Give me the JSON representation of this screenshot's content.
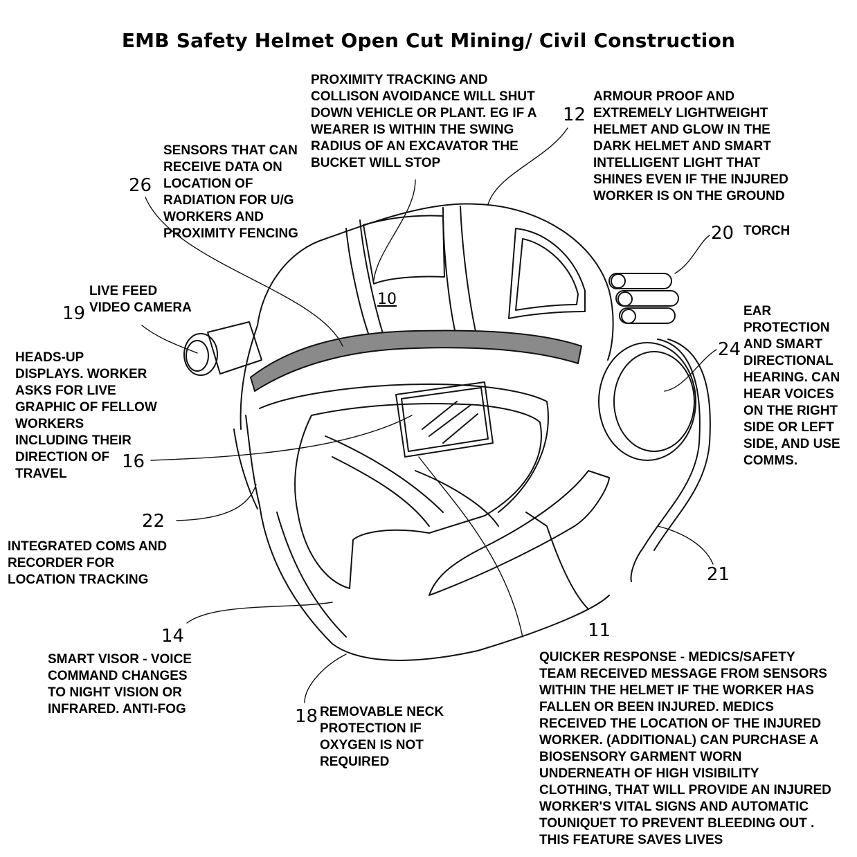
{
  "title": "EMB Safety Helmet Open Cut Mining/ Civil Construction",
  "numbers": {
    "n10": "10",
    "n11": "11",
    "n12": "12",
    "n14": "14",
    "n16": "16",
    "n18": "18",
    "n19": "19",
    "n20": "20",
    "n21": "21",
    "n22": "22",
    "n24": "24",
    "n26": "26"
  },
  "annotations": {
    "proximity": [
      "PROXIMITY TRACKING AND",
      "COLLISON AVOIDANCE WILL SHUT",
      "DOWN VEHICLE OR PLANT. EG IF A",
      "WEARER IS WITHIN THE SWING",
      "RADIUS OF AN EXCAVATOR THE",
      "BUCKET WILL STOP"
    ],
    "armour": [
      "ARMOUR PROOF AND",
      "EXTREMELY LIGHTWEIGHT",
      "HELMET AND GLOW IN THE",
      "DARK HELMET AND SMART",
      "INTELLIGENT LIGHT THAT",
      "SHINES EVEN  IF THE INJURED",
      "WORKER IS ON THE GROUND"
    ],
    "sensors": [
      "SENSORS THAT CAN",
      "RECEIVE DATA ON",
      "LOCATION OF",
      "RADIATION FOR U/G",
      "WORKERS AND",
      "PROXIMITY FENCING"
    ],
    "torch": [
      "TORCH"
    ],
    "camera": [
      "LIVE FEED",
      "VIDEO CAMERA"
    ],
    "ear": [
      "EAR",
      "PROTECTION",
      "AND SMART",
      "DIRECTIONAL",
      "HEARING. CAN",
      "HEAR VOICES",
      "ON THE RIGHT",
      "SIDE OR LEFT",
      "SIDE, AND USE",
      "COMMS."
    ],
    "hud": [
      "HEADS-UP",
      "DISPLAYS. WORKER",
      "ASKS FOR LIVE",
      "GRAPHIC OF FELLOW",
      "WORKERS",
      "INCLUDING THEIR",
      "DIRECTION OF",
      "TRAVEL"
    ],
    "coms": [
      "INTEGRATED COMS AND",
      "RECORDER FOR",
      "LOCATION TRACKING"
    ],
    "visor": [
      "SMART VISOR - VOICE",
      "COMMAND CHANGES",
      "TO NIGHT VISION OR",
      "INFRARED. ANTI-FOG"
    ],
    "neck": [
      "REMOVABLE NECK",
      "PROTECTION IF",
      "OXYGEN IS NOT",
      "REQUIRED"
    ],
    "response": [
      "QUICKER RESPONSE - MEDICS/SAFETY",
      "TEAM RECEIVED MESSAGE FROM SENSORS",
      "WITHIN THE HELMET IF THE WORKER HAS",
      "FALLEN OR BEEN INJURED. MEDICS",
      "RECEIVED THE LOCATION OF THE INJURED",
      "WORKER. (ADDITIONAL) CAN PURCHASE A",
      "BIOSENSORY GARMENT WORN",
      "UNDERNEATH OF HIGH VISIBILITY",
      "CLOTHING, THAT WILL PROVIDE AN INJURED",
      "WORKER'S VITAL SIGNS AND AUTOMATIC",
      "TOUNIQUET TO PREVENT BLEEDING OUT .",
      "THIS FEATURE SAVES LIVES"
    ]
  }
}
